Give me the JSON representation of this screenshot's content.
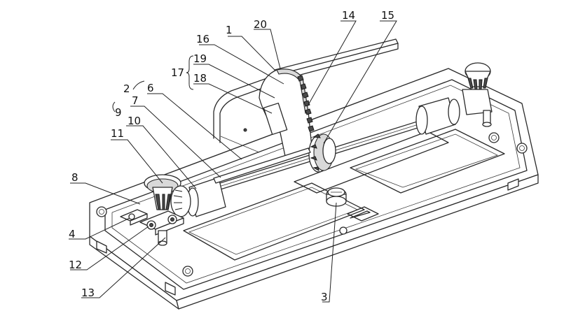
{
  "callouts": [
    {
      "key": "1",
      "text": "1"
    },
    {
      "key": "20",
      "text": "20"
    },
    {
      "key": "14",
      "text": "14"
    },
    {
      "key": "15",
      "text": "15"
    },
    {
      "key": "16",
      "text": "16"
    },
    {
      "key": "17",
      "text": "17"
    },
    {
      "key": "19",
      "text": "19"
    },
    {
      "key": "18",
      "text": "18"
    },
    {
      "key": "2",
      "text": "2"
    },
    {
      "key": "6",
      "text": "6"
    },
    {
      "key": "7",
      "text": "7"
    },
    {
      "key": "9",
      "text": "9"
    },
    {
      "key": "11",
      "text": "11"
    },
    {
      "key": "10",
      "text": "10"
    },
    {
      "key": "8",
      "text": "8"
    },
    {
      "key": "4",
      "text": "4"
    },
    {
      "key": "12",
      "text": "12"
    },
    {
      "key": "13",
      "text": "13"
    },
    {
      "key": "3",
      "text": "3"
    }
  ],
  "colors": {
    "line": "#2a2a2a",
    "background": "#ffffff",
    "shade": "#d9d9d9"
  }
}
